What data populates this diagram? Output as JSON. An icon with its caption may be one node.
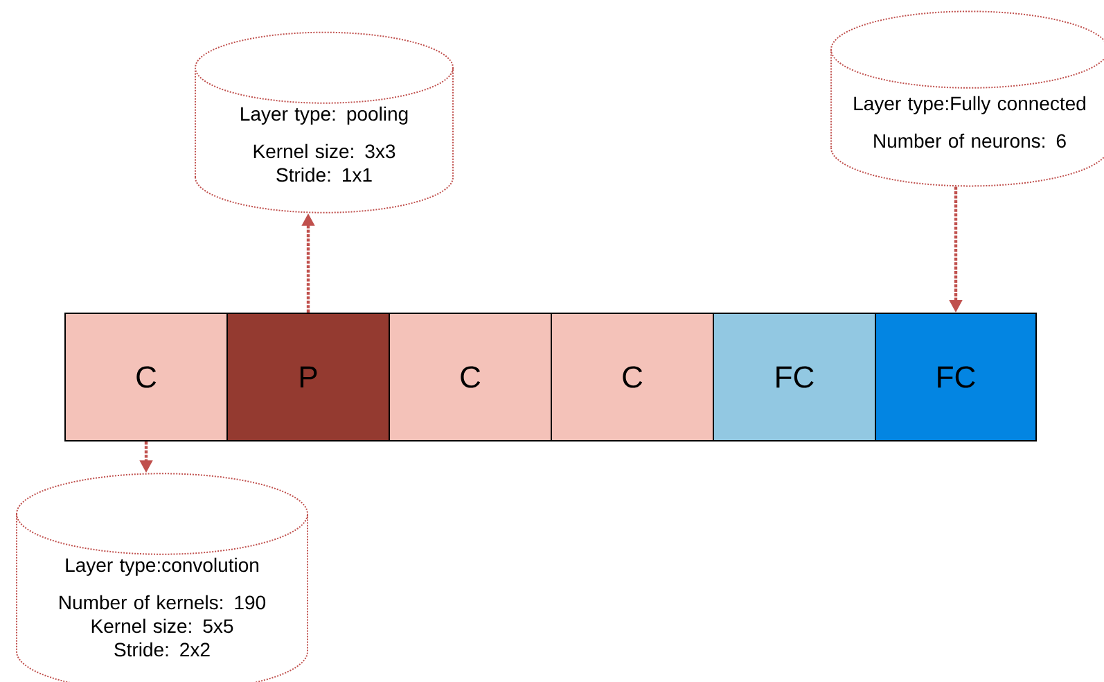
{
  "diagram": {
    "nodes": [
      {
        "text": [
          "C"
        ]
      },
      {
        "text": [
          "P"
        ]
      },
      {
        "text": [
          "C"
        ]
      },
      {
        "text": [
          "C"
        ]
      },
      {
        "text": [
          "FC"
        ]
      },
      {
        "text": [
          "FC"
        ]
      },
      {
        "text": [
          "Layer type: pooling",
          "Kernel size: 3x3",
          "Stride: 1x1"
        ]
      },
      {
        "text": [
          "Layer type:Fully connected",
          "Number of neurons: 6"
        ]
      },
      {
        "text": [
          "Layer type:convolution",
          "Number of kernels: 190",
          "Kernel size: 5x5",
          "Stride: 2x2"
        ]
      }
    ],
    "edges": [
      {
        "from": 1,
        "to": 6,
        "arrow": "to",
        "style": "dashed"
      },
      {
        "from": 7,
        "to": 5,
        "arrow": "to",
        "style": "dashed"
      },
      {
        "from": 0,
        "to": 8,
        "arrow": "to",
        "style": "dashed"
      }
    ]
  }
}
